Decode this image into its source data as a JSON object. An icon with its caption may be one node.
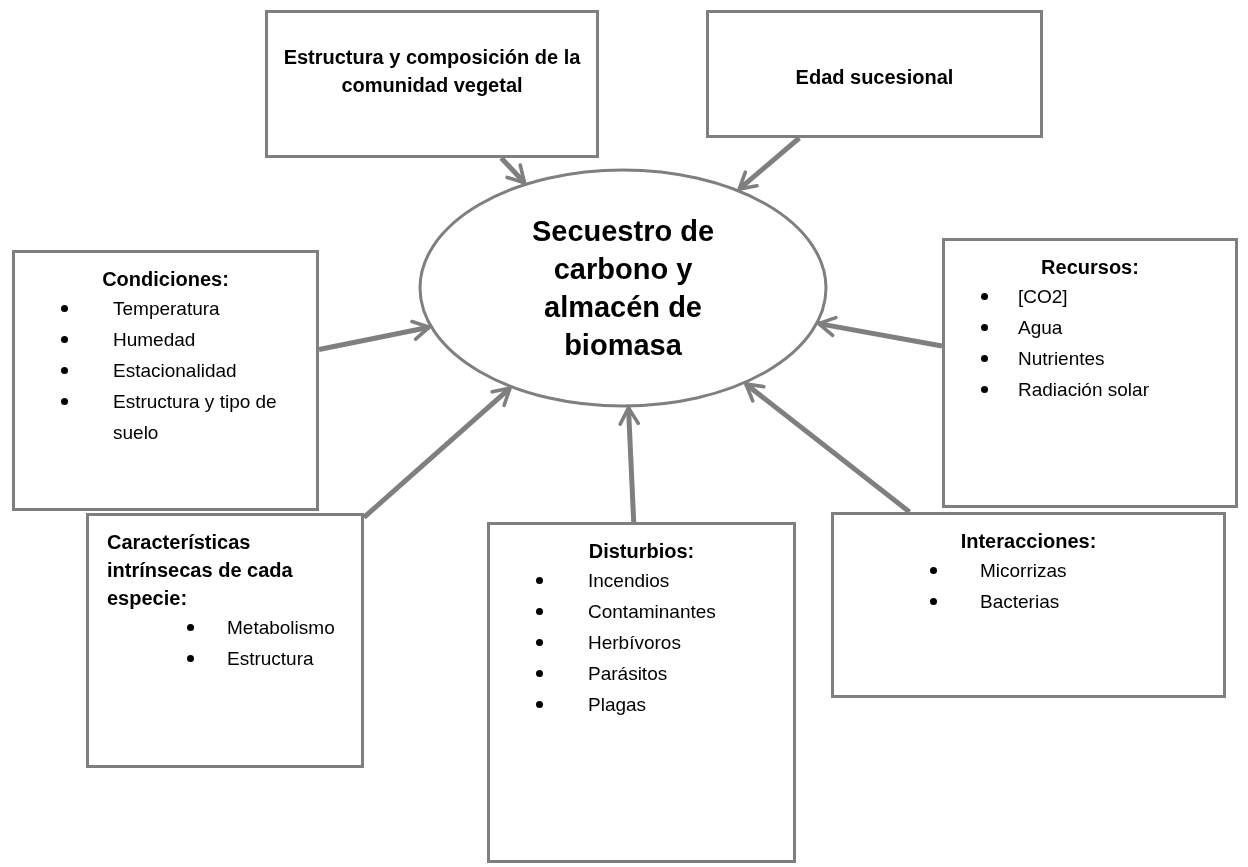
{
  "diagram": {
    "nodes": [
      {
        "text": [
          "Estructura y composición de la comunidad vegetal"
        ]
      },
      {
        "text": [
          "Edad sucesional"
        ]
      },
      {
        "text": [
          "Condiciones:",
          "Temperatura",
          "Humedad",
          "Estacionalidad",
          "Estructura y tipo de suelo"
        ]
      },
      {
        "text": [
          "Secuestro de carbono y almacén de biomasa"
        ]
      },
      {
        "text": [
          "Recursos:",
          "[CO2]",
          "Agua",
          "Nutrientes",
          "Radiación solar"
        ]
      },
      {
        "text": [
          "Características intrínsecas de cada especie:",
          "Metabolismo",
          "Estructura"
        ]
      },
      {
        "text": [
          "Disturbios:",
          "Incendios",
          "Contaminantes",
          "Herbívoros",
          "Parásitos",
          "Plagas"
        ]
      },
      {
        "text": [
          "Interacciones:",
          "Micorrizas",
          "Bacterias"
        ]
      }
    ],
    "edges": [
      {
        "from": 0,
        "to": 3,
        "arrow": "to"
      },
      {
        "from": 1,
        "to": 3,
        "arrow": "to"
      },
      {
        "from": 2,
        "to": 3,
        "arrow": "to"
      },
      {
        "from": 4,
        "to": 3,
        "arrow": "to"
      },
      {
        "from": 5,
        "to": 3,
        "arrow": "to"
      },
      {
        "from": 6,
        "to": 3,
        "arrow": "to"
      },
      {
        "from": 7,
        "to": 3,
        "arrow": "to"
      }
    ]
  }
}
